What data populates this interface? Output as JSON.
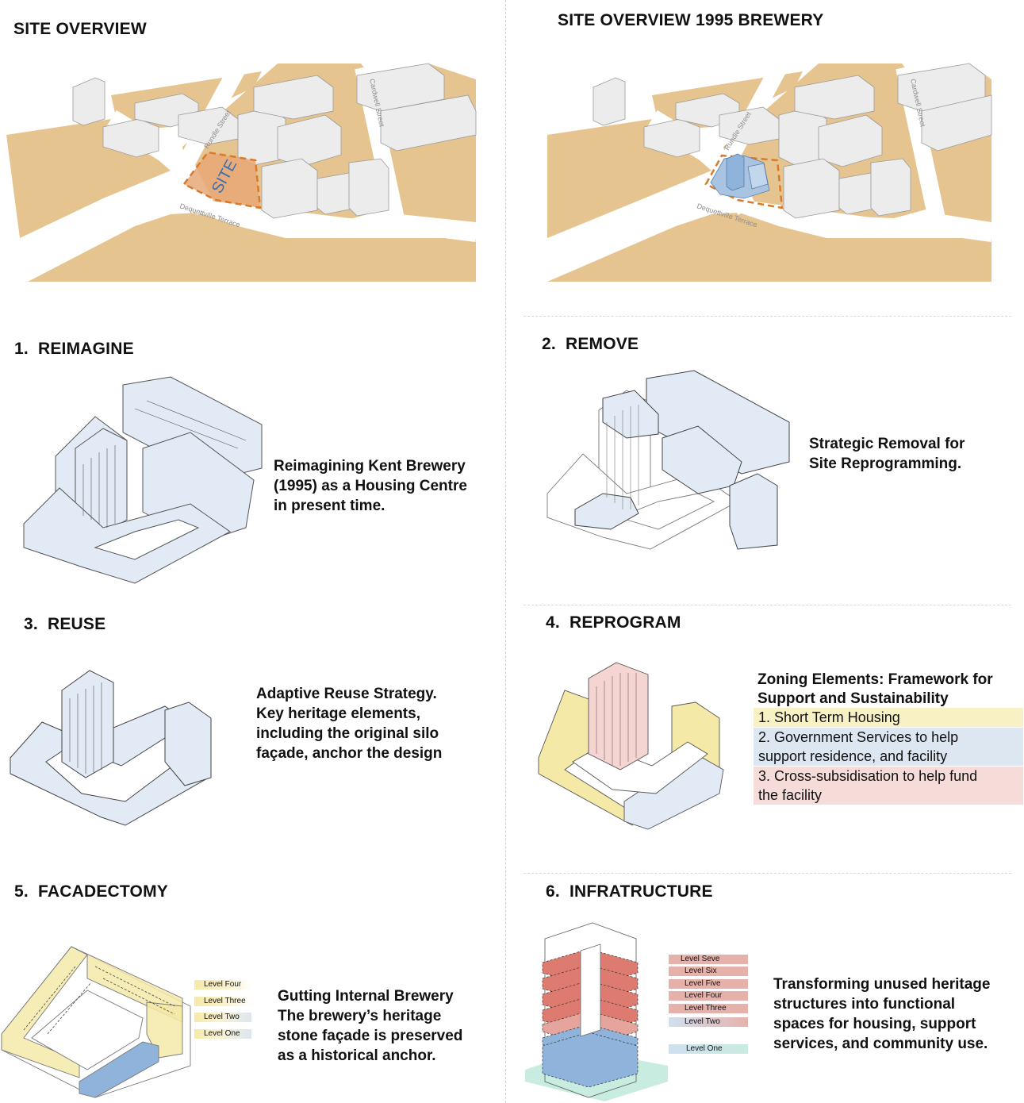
{
  "site_overview": {
    "title": "SITE OVERVIEW",
    "streets": [
      "Rundle Street",
      "Cardwell Street",
      "Dequettville Terrace"
    ],
    "site_label": "SITE"
  },
  "site_overview_1995": {
    "title": "SITE OVERVIEW 1995 BREWERY",
    "streets": [
      "Rundle Street",
      "Cardwell Street",
      "Dequettville Terrace"
    ]
  },
  "steps": [
    {
      "heading": "1.  REIMAGINE",
      "text": [
        "Reimagining Kent Brewery",
        "(1995) as a Housing Centre",
        "in present time."
      ]
    },
    {
      "heading": "2.  REMOVE",
      "text": [
        "Strategic Removal for",
        "Site Reprogramming."
      ]
    },
    {
      "heading": "3.  REUSE",
      "text": [
        "Adaptive Reuse Strategy.",
        "Key heritage elements,",
        "including the original silo",
        "façade, anchor the design"
      ]
    },
    {
      "heading": "4.  REPROGRAM",
      "title": [
        "Zoning Elements: Framework for",
        "Support and Sustainability"
      ],
      "zones": [
        {
          "lines": [
            "1. Short Term Housing"
          ],
          "color": "#f9f1c6"
        },
        {
          "lines": [
            "2. Government Services to help",
            "support residence, and facility"
          ],
          "color": "#dde7f1"
        },
        {
          "lines": [
            "3. Cross-subsidisation to help fund",
            "the facility"
          ],
          "color": "#f6dcd9"
        }
      ]
    },
    {
      "heading": "5.  FACADECTOMY",
      "text": [
        "Gutting Internal Brewery",
        "The brewery’s heritage",
        "stone façade is preserved",
        "as a historical anchor."
      ],
      "levels": [
        "Level Four",
        "Level Three",
        "Level Two",
        "Level One"
      ]
    },
    {
      "heading": "6.  INFRATRUCTURE",
      "text": [
        "Transforming unused heritage",
        "structures into functional",
        "spaces for housing, support",
        "services, and community use."
      ],
      "levels": [
        "Level Seve",
        "Level Six",
        "Level Five",
        "Level Four",
        "Level Three",
        "Level Two",
        "Level One"
      ]
    }
  ],
  "colors": {
    "ground": "#e6c48f",
    "building": "#ececec",
    "site_orange": "#e8a878",
    "site_border": "#d97a2b",
    "brewery_blue": "#a9c4e2",
    "model_blue": "#e1eaf5",
    "yellow": "#f5e9a8",
    "pink": "#f5d5d2",
    "red": "#dd7b70",
    "mid_blue": "#8fb3db",
    "mint": "#c8ece0"
  }
}
